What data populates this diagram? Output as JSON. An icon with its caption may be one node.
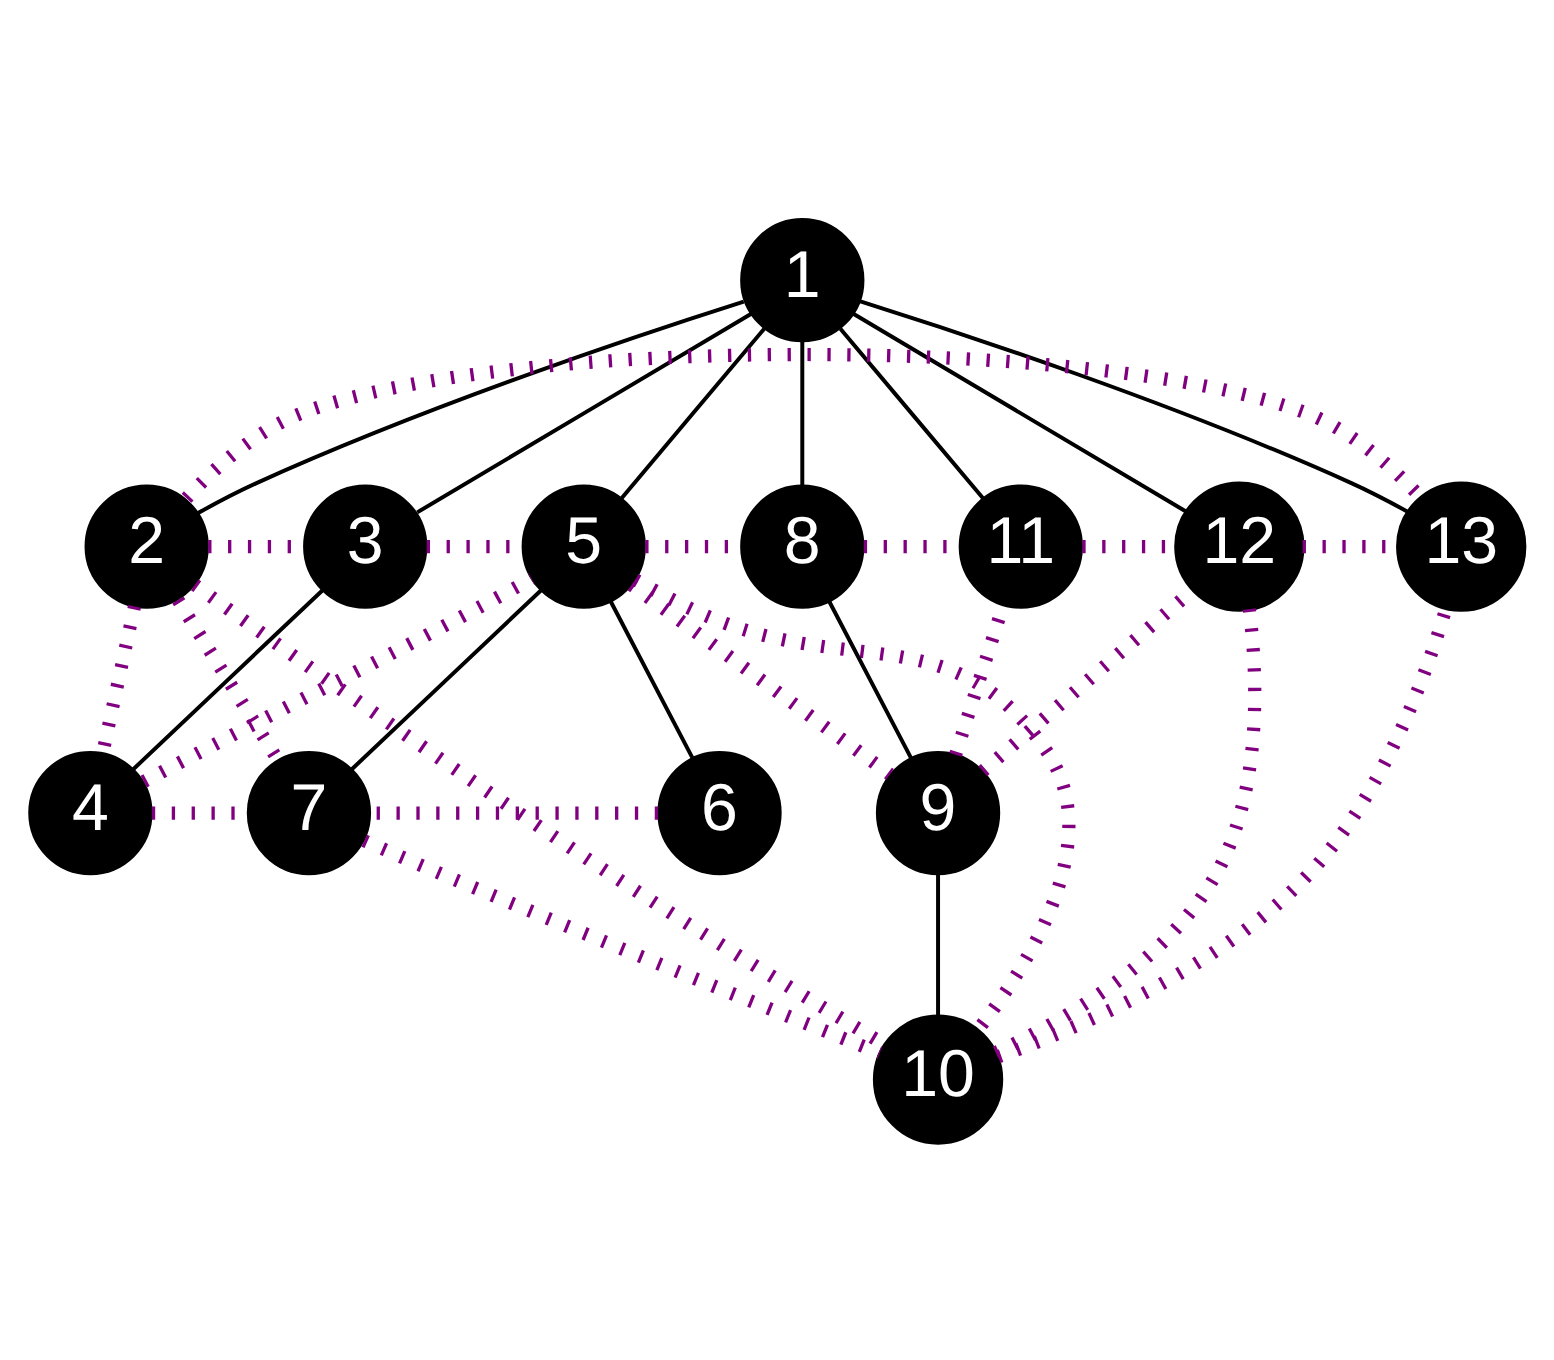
{
  "diagram": {
    "nodes": [
      {
        "text": [
          "1"
        ]
      },
      {
        "text": [
          "2"
        ]
      },
      {
        "text": [
          "3"
        ]
      },
      {
        "text": [
          "4"
        ]
      },
      {
        "text": [
          "5"
        ]
      },
      {
        "text": [
          "6"
        ]
      },
      {
        "text": [
          "7"
        ]
      },
      {
        "text": [
          "8"
        ]
      },
      {
        "text": [
          "9"
        ]
      },
      {
        "text": [
          "10"
        ]
      },
      {
        "text": [
          "11"
        ]
      },
      {
        "text": [
          "12"
        ]
      },
      {
        "text": [
          "13"
        ]
      }
    ],
    "edges": [
      {
        "from": 0,
        "to": 1,
        "arrow": "none",
        "color": "#000000"
      },
      {
        "from": 0,
        "to": 2,
        "arrow": "none",
        "color": "#000000"
      },
      {
        "from": 0,
        "to": 4,
        "arrow": "none",
        "color": "#000000"
      },
      {
        "from": 0,
        "to": 7,
        "arrow": "none",
        "color": "#000000"
      },
      {
        "from": 0,
        "to": 10,
        "arrow": "none",
        "color": "#000000"
      },
      {
        "from": 0,
        "to": 11,
        "arrow": "none",
        "color": "#000000"
      },
      {
        "from": 0,
        "to": 12,
        "arrow": "none",
        "color": "#000000"
      },
      {
        "from": 2,
        "to": 3,
        "arrow": "none",
        "color": "#000000"
      },
      {
        "from": 4,
        "to": 5,
        "arrow": "none",
        "color": "#000000"
      },
      {
        "from": 4,
        "to": 6,
        "arrow": "none",
        "color": "#000000"
      },
      {
        "from": 7,
        "to": 8,
        "arrow": "none",
        "color": "#000000"
      },
      {
        "from": 8,
        "to": 9,
        "arrow": "none",
        "color": "#000000"
      },
      {
        "from": 2,
        "to": 4,
        "arrow": "none",
        "style": "dashed"
      },
      {
        "from": 4,
        "to": 7,
        "arrow": "none",
        "style": "dashed"
      },
      {
        "from": 7,
        "to": 10,
        "arrow": "none",
        "style": "dashed"
      },
      {
        "from": 4,
        "to": 8,
        "arrow": "none",
        "style": "dashed"
      },
      {
        "from": 8,
        "to": 10,
        "arrow": "none",
        "style": "dashed"
      },
      {
        "from": 8,
        "to": 11,
        "arrow": "none",
        "style": "dashed"
      },
      {
        "from": 10,
        "to": 11,
        "arrow": "none",
        "style": "dashed"
      },
      {
        "from": 4,
        "to": 9,
        "arrow": "none",
        "style": "dashed"
      },
      {
        "from": 3,
        "to": 4,
        "arrow": "none",
        "style": "dashed"
      },
      {
        "from": 5,
        "to": 6,
        "arrow": "none",
        "style": "dashed"
      },
      {
        "from": 3,
        "to": 6,
        "arrow": "none",
        "style": "dashed"
      },
      {
        "from": 6,
        "to": 9,
        "arrow": "none",
        "style": "dashed"
      },
      {
        "from": 9,
        "to": 12,
        "arrow": "none",
        "style": "dashed"
      },
      {
        "from": 1,
        "to": 2,
        "arrow": "none",
        "style": "dashed"
      },
      {
        "from": 1,
        "to": 3,
        "arrow": "none",
        "style": "dashed"
      },
      {
        "from": 1,
        "to": 6,
        "arrow": "none",
        "style": "dashed"
      },
      {
        "from": 1,
        "to": 9,
        "arrow": "none",
        "style": "dashed"
      },
      {
        "from": 1,
        "to": 12,
        "arrow": "none",
        "style": "dashed"
      },
      {
        "from": 9,
        "to": 11,
        "arrow": "none",
        "style": "dashed"
      },
      {
        "from": 11,
        "to": 12,
        "arrow": "none",
        "style": "dashed"
      }
    ]
  }
}
